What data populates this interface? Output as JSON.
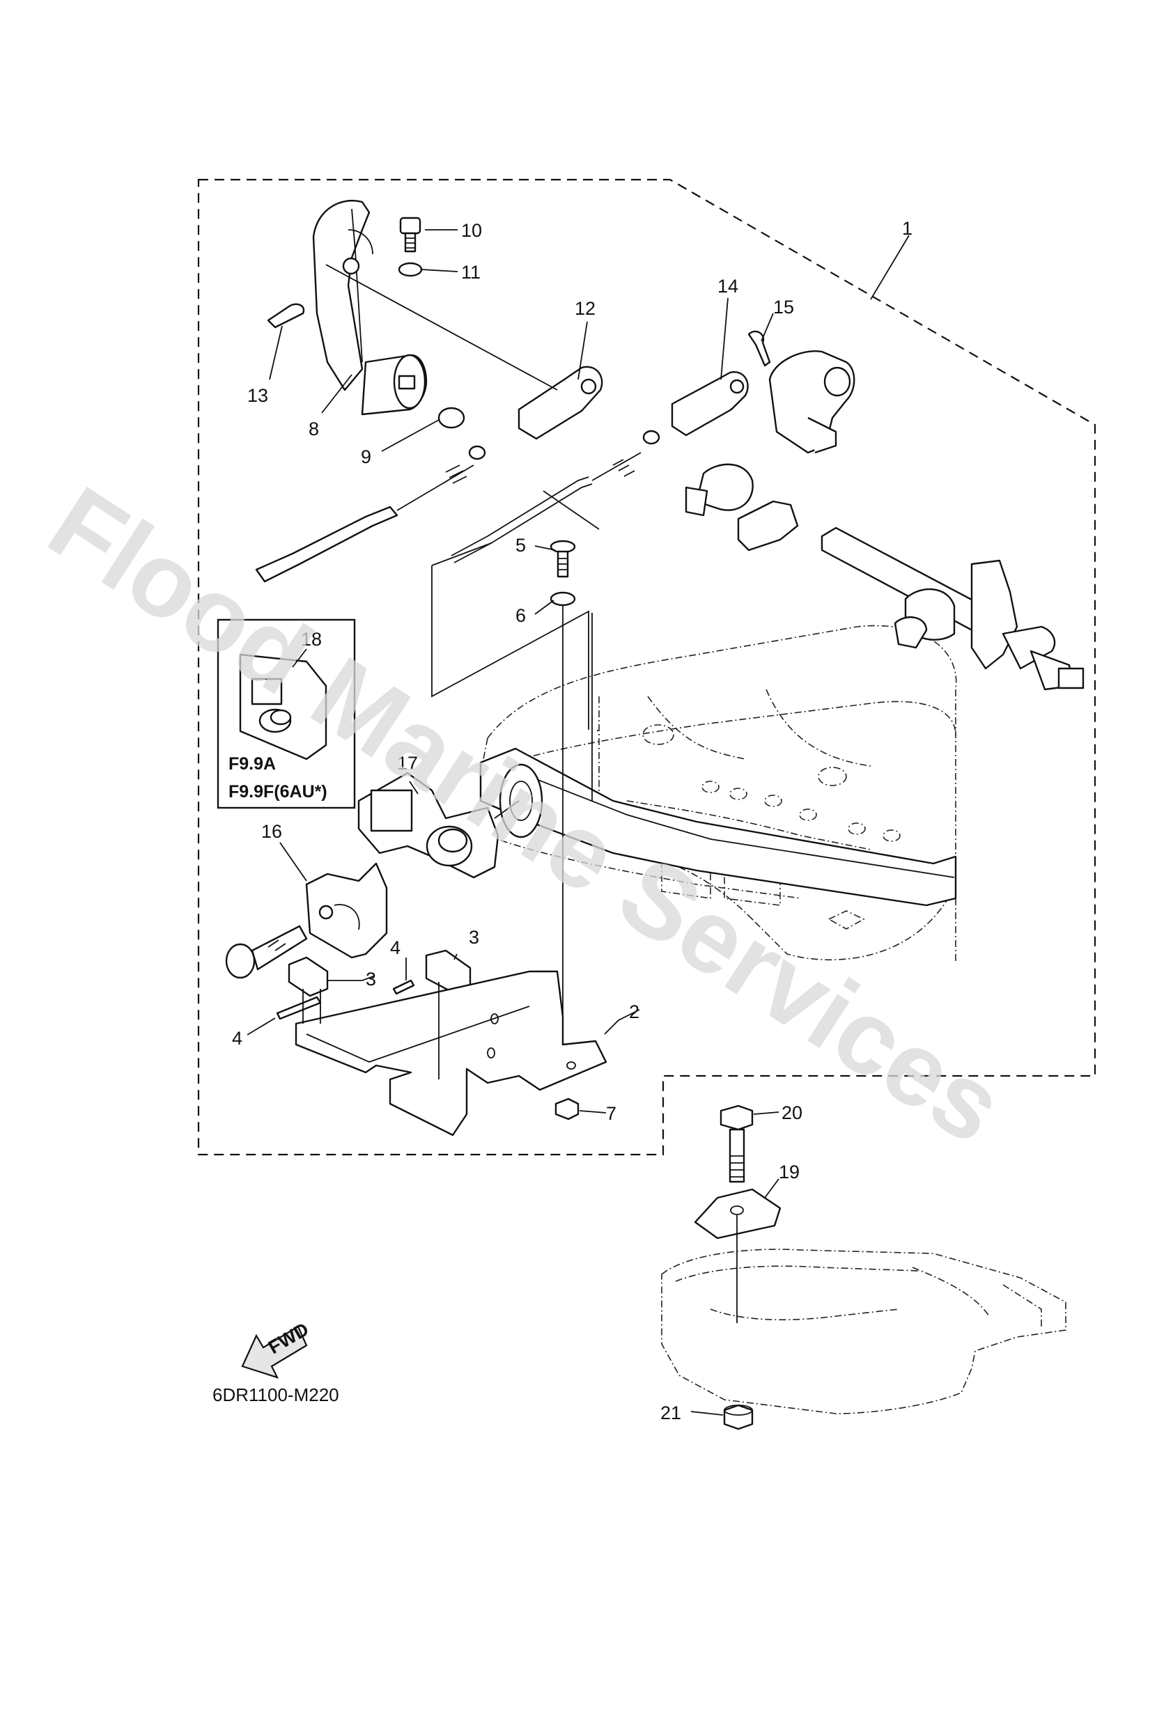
{
  "watermark": "Flood Marine Services",
  "drawing_code": "6DR1100-M220",
  "fwd_label": "FWD",
  "inset": {
    "part_number": "18",
    "models": [
      "F9.9A",
      "F9.9F(6AU*)"
    ]
  },
  "callouts": [
    {
      "id": "1",
      "label": "1"
    },
    {
      "id": "2",
      "label": "2"
    },
    {
      "id": "3a",
      "label": "3"
    },
    {
      "id": "3b",
      "label": "3"
    },
    {
      "id": "4a",
      "label": "4"
    },
    {
      "id": "4b",
      "label": "4"
    },
    {
      "id": "5",
      "label": "5"
    },
    {
      "id": "6",
      "label": "6"
    },
    {
      "id": "7",
      "label": "7"
    },
    {
      "id": "8",
      "label": "8"
    },
    {
      "id": "9",
      "label": "9"
    },
    {
      "id": "10",
      "label": "10"
    },
    {
      "id": "11",
      "label": "11"
    },
    {
      "id": "12",
      "label": "12"
    },
    {
      "id": "13",
      "label": "13"
    },
    {
      "id": "14",
      "label": "14"
    },
    {
      "id": "15",
      "label": "15"
    },
    {
      "id": "16",
      "label": "16"
    },
    {
      "id": "17",
      "label": "17"
    },
    {
      "id": "19",
      "label": "19"
    },
    {
      "id": "20",
      "label": "20"
    },
    {
      "id": "21",
      "label": "21"
    }
  ]
}
